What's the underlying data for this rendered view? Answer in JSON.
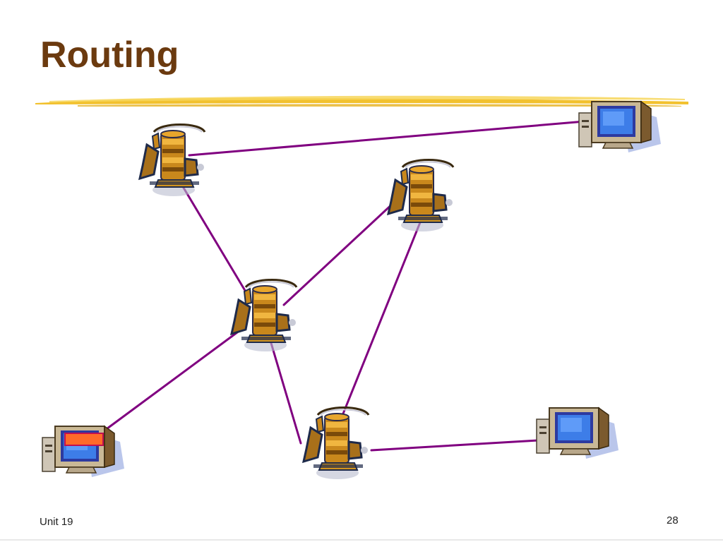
{
  "slide": {
    "title": "Routing",
    "footer_left": "Unit 19",
    "page_number": "28"
  },
  "diagram": {
    "nodes": [
      {
        "id": "router-1",
        "kind": "router"
      },
      {
        "id": "router-2",
        "kind": "router"
      },
      {
        "id": "router-3",
        "kind": "router"
      },
      {
        "id": "router-4",
        "kind": "router"
      },
      {
        "id": "computer-top-right",
        "kind": "computer"
      },
      {
        "id": "computer-bottom-left",
        "kind": "computer",
        "highlighted_packet": true
      },
      {
        "id": "computer-bottom-right",
        "kind": "computer"
      }
    ],
    "links": [
      [
        "router-1",
        "computer-top-right"
      ],
      [
        "router-1",
        "router-3"
      ],
      [
        "router-2",
        "router-3"
      ],
      [
        "router-2",
        "router-4"
      ],
      [
        "router-3",
        "computer-bottom-left"
      ],
      [
        "router-3",
        "router-4"
      ],
      [
        "router-4",
        "computer-bottom-right"
      ]
    ]
  },
  "colors": {
    "title": "#6b3a0f",
    "link": "#800080",
    "accent_stroke": "#f2c12e",
    "packet": "#ff6a2a"
  }
}
